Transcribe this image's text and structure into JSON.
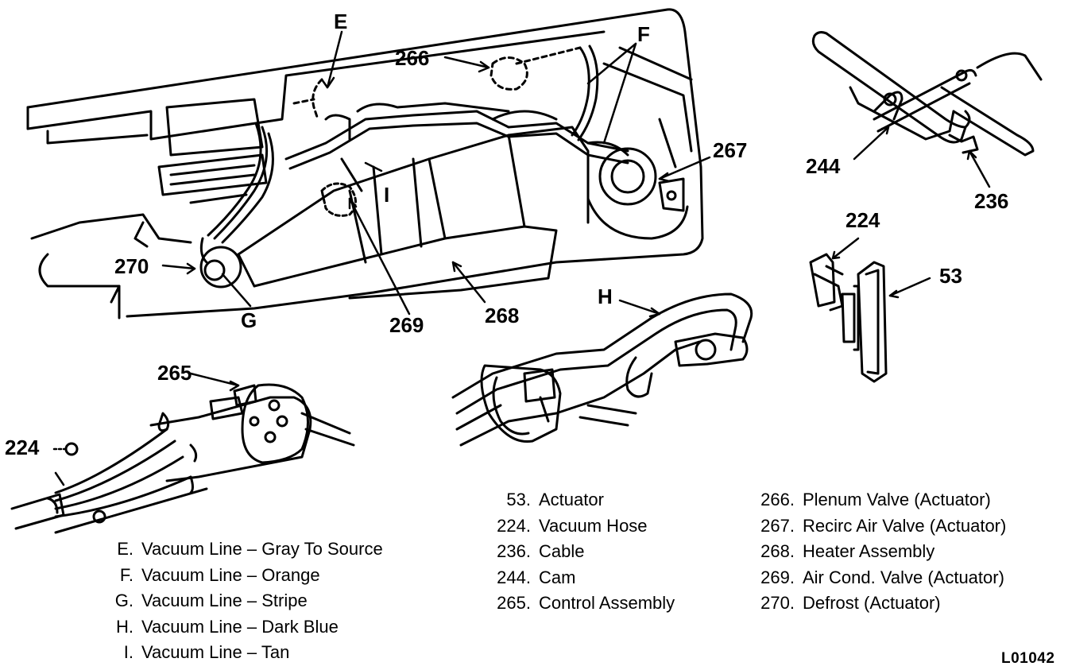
{
  "callouts": {
    "E": "E",
    "F": "F",
    "G": "G",
    "H": "H",
    "I": "I",
    "c266": "266",
    "c267": "267",
    "c268": "268",
    "c269": "269",
    "c270": "270",
    "c265": "265",
    "c224_left": "224",
    "c244": "244",
    "c236": "236",
    "c224_right": "224",
    "c53": "53"
  },
  "legend_lines": [
    {
      "key": "E.",
      "text": "Vacuum Line – Gray To Source"
    },
    {
      "key": "F.",
      "text": "Vacuum Line – Orange"
    },
    {
      "key": "G.",
      "text": "Vacuum Line – Stripe"
    },
    {
      "key": "H.",
      "text": "Vacuum Line – Dark Blue"
    },
    {
      "key": "I.",
      "text": "Vacuum Line – Tan"
    }
  ],
  "legend_parts_a": [
    {
      "key": "53.",
      "text": "Actuator"
    },
    {
      "key": "224.",
      "text": "Vacuum Hose"
    },
    {
      "key": "236.",
      "text": "Cable"
    },
    {
      "key": "244.",
      "text": "Cam"
    },
    {
      "key": "265.",
      "text": "Control Assembly"
    }
  ],
  "legend_parts_b": [
    {
      "key": "266.",
      "text": "Plenum Valve (Actuator)"
    },
    {
      "key": "267.",
      "text": "Recirc Air Valve (Actuator)"
    },
    {
      "key": "268.",
      "text": "Heater Assembly"
    },
    {
      "key": "269.",
      "text": "Air Cond. Valve (Actuator)"
    },
    {
      "key": "270.",
      "text": "Defrost (Actuator)"
    }
  ],
  "figure_code": "L01042"
}
